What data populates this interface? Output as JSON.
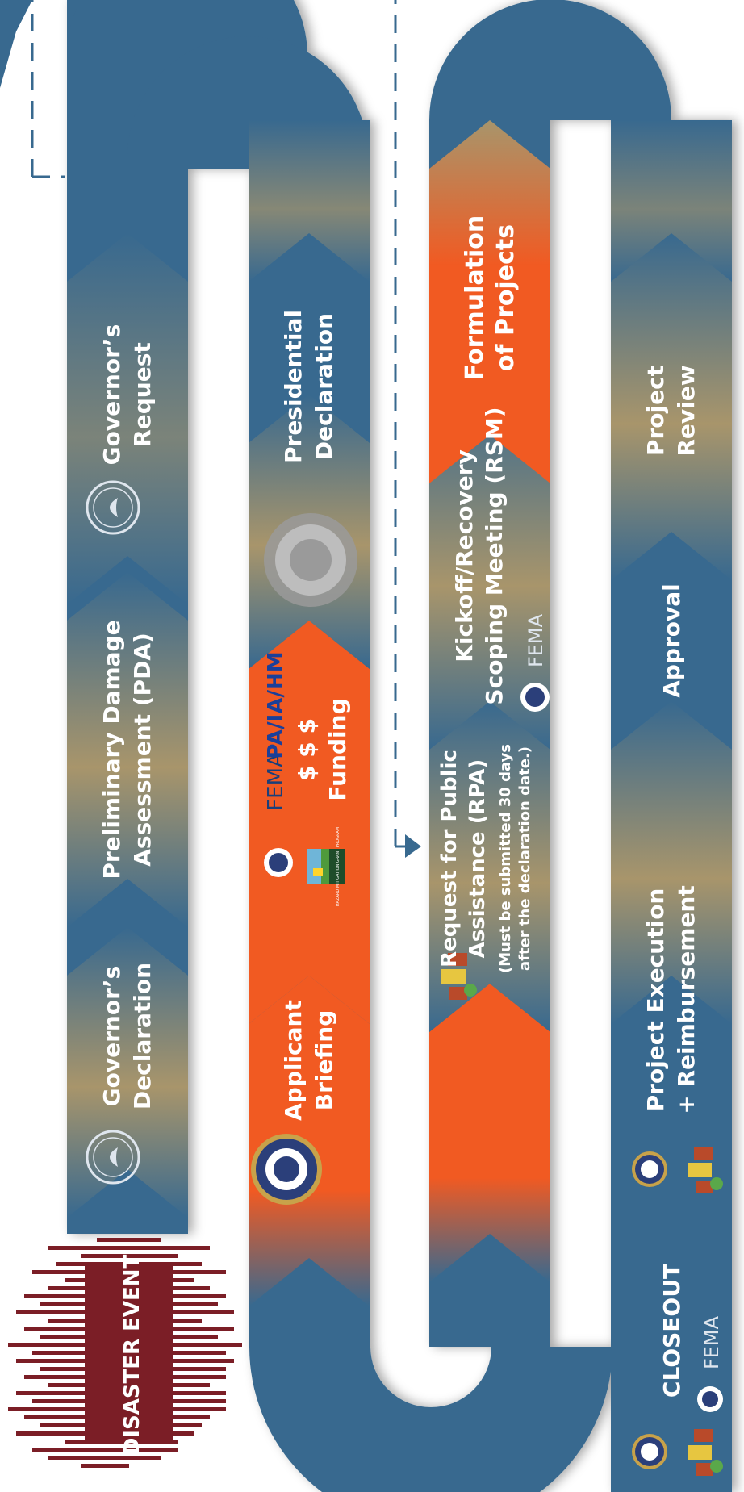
{
  "colors": {
    "track_blue": "#38698f",
    "chevron_tan": "#a8956b",
    "highlight_orange": "#f15a22",
    "disaster_red": "#7b1e26",
    "arrow_blue": "#38698f",
    "text": "#ffffff"
  },
  "disaster": {
    "label": "DISASTER EVENT"
  },
  "steps": {
    "governors_declaration": {
      "line1": "Governor’s",
      "line2": "Declaration"
    },
    "pda": {
      "line1": "Preliminary Damage",
      "line2": "Assessment (PDA)"
    },
    "governors_request": {
      "line1": "Governor’s",
      "line2": "Request"
    },
    "applicant_briefing": {
      "line1": "Applicant",
      "line2": "Briefing"
    },
    "funding": {
      "line1": "$ $ $",
      "line2": "Funding",
      "brand_fema": "FEMA",
      "brand_pa": "PA/IA/HM"
    },
    "presidential_declaration": {
      "line1": "Presidential",
      "line2": "Declaration"
    },
    "rpa": {
      "line1": "Request for Public",
      "line2": "Assistance (RPA)",
      "note1": "(Must be submitted 30 days",
      "note2": "after the declaration date.)"
    },
    "rsm": {
      "line1": "Kickoff/Recovery",
      "line2": "Scoping Meeting (RSM)",
      "brand_fema": "FEMA"
    },
    "formulation": {
      "line1": "Formulation",
      "line2": "of Projects"
    },
    "execution": {
      "line1": "Project Execution",
      "line2": "+ Reimbursement"
    },
    "approval": {
      "line1": "Approval"
    },
    "review": {
      "line1": "Project",
      "line2": "Review"
    },
    "closeout": {
      "line1": "CLOSEOUT",
      "brand_fema": "FEMA"
    }
  },
  "logos": {
    "hmgp_badge_text": "HAZARD MITIGATION GRANT PROGRAM"
  },
  "icons": [
    "louisiana-seal-icon",
    "presidential-seal-icon",
    "gohsep-seal-icon",
    "dhs-seal-icon",
    "houses-icon",
    "hmgp-logo-icon"
  ]
}
